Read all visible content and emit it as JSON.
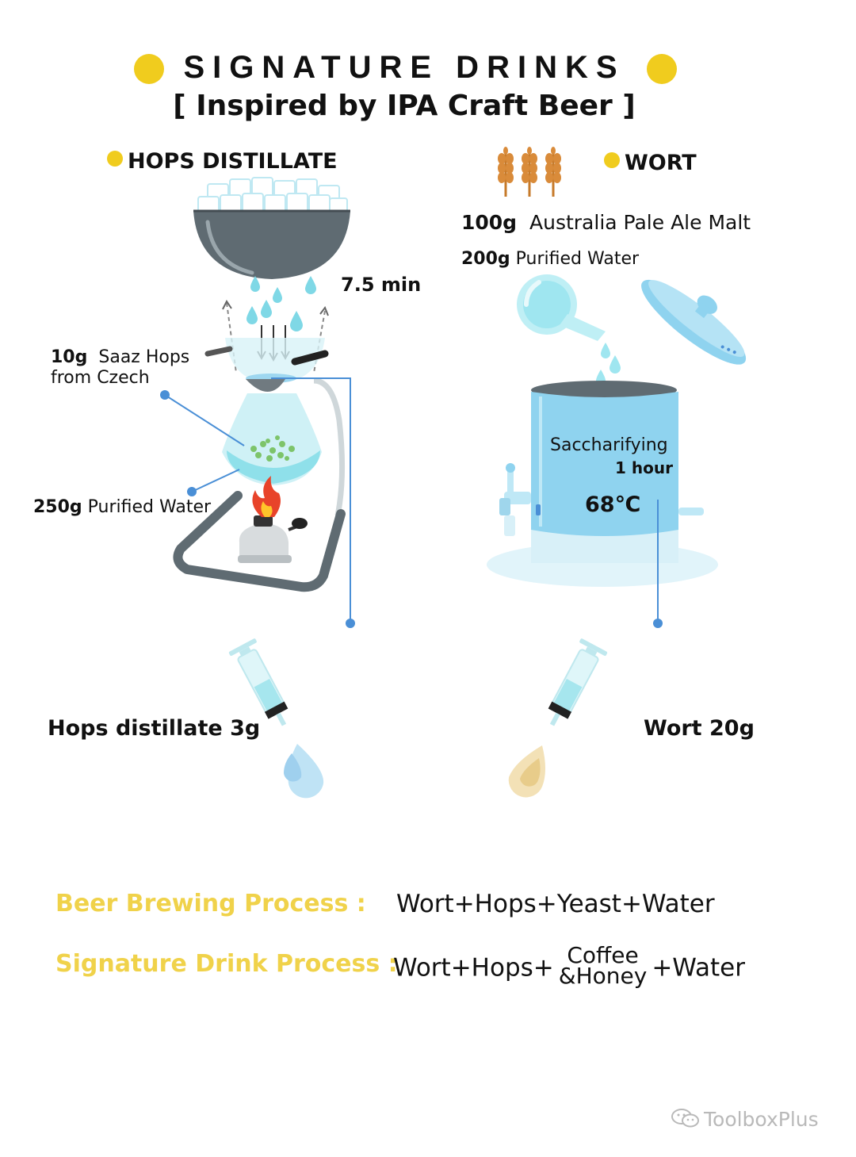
{
  "title": "SIGNATURE DRINKS",
  "subtitle": "[ Inspired by IPA Craft Beer ]",
  "colors": {
    "accent": "#f0cc1e",
    "water": "#7fd8e6",
    "pot": "#8fd3ef",
    "line": "#4a8fd6",
    "process_label": "#f0d24a"
  },
  "hops": {
    "heading": "HOPS DISTILLATE",
    "time": "7.5 min",
    "hops_qty": "10g",
    "hops_name": "Saaz Hops",
    "hops_origin": "from Czech",
    "water_qty": "250g",
    "water_label": "Purified Water",
    "dose": "Hops distillate 3g"
  },
  "wort": {
    "heading": "WORT",
    "malt_qty": "100g",
    "malt_name": "Australia Pale Ale Malt",
    "water_qty": "200g",
    "water_label": "Purified Water",
    "process": "Saccharifying",
    "duration": "1 hour",
    "temperature": "68℃",
    "dose": "Wort 20g"
  },
  "process": {
    "beer_label": "Beer Brewing Process :",
    "beer_formula": "Wort+Hops+Yeast+Water",
    "drink_label": "Signature Drink Process :",
    "drink_formula_start": "Wort+Hops+",
    "drink_stack_top": "Coffee",
    "drink_stack_bottom": "&Honey",
    "drink_formula_end": "+Water"
  },
  "watermark": "ToolboxPlus",
  "icons": [
    "wheat-icon",
    "ice-bowl-icon",
    "syphon-icon",
    "pot-icon",
    "kettle-lid-icon",
    "pitcher-icon",
    "syringe-icon",
    "flame-icon",
    "wechat-icon"
  ]
}
